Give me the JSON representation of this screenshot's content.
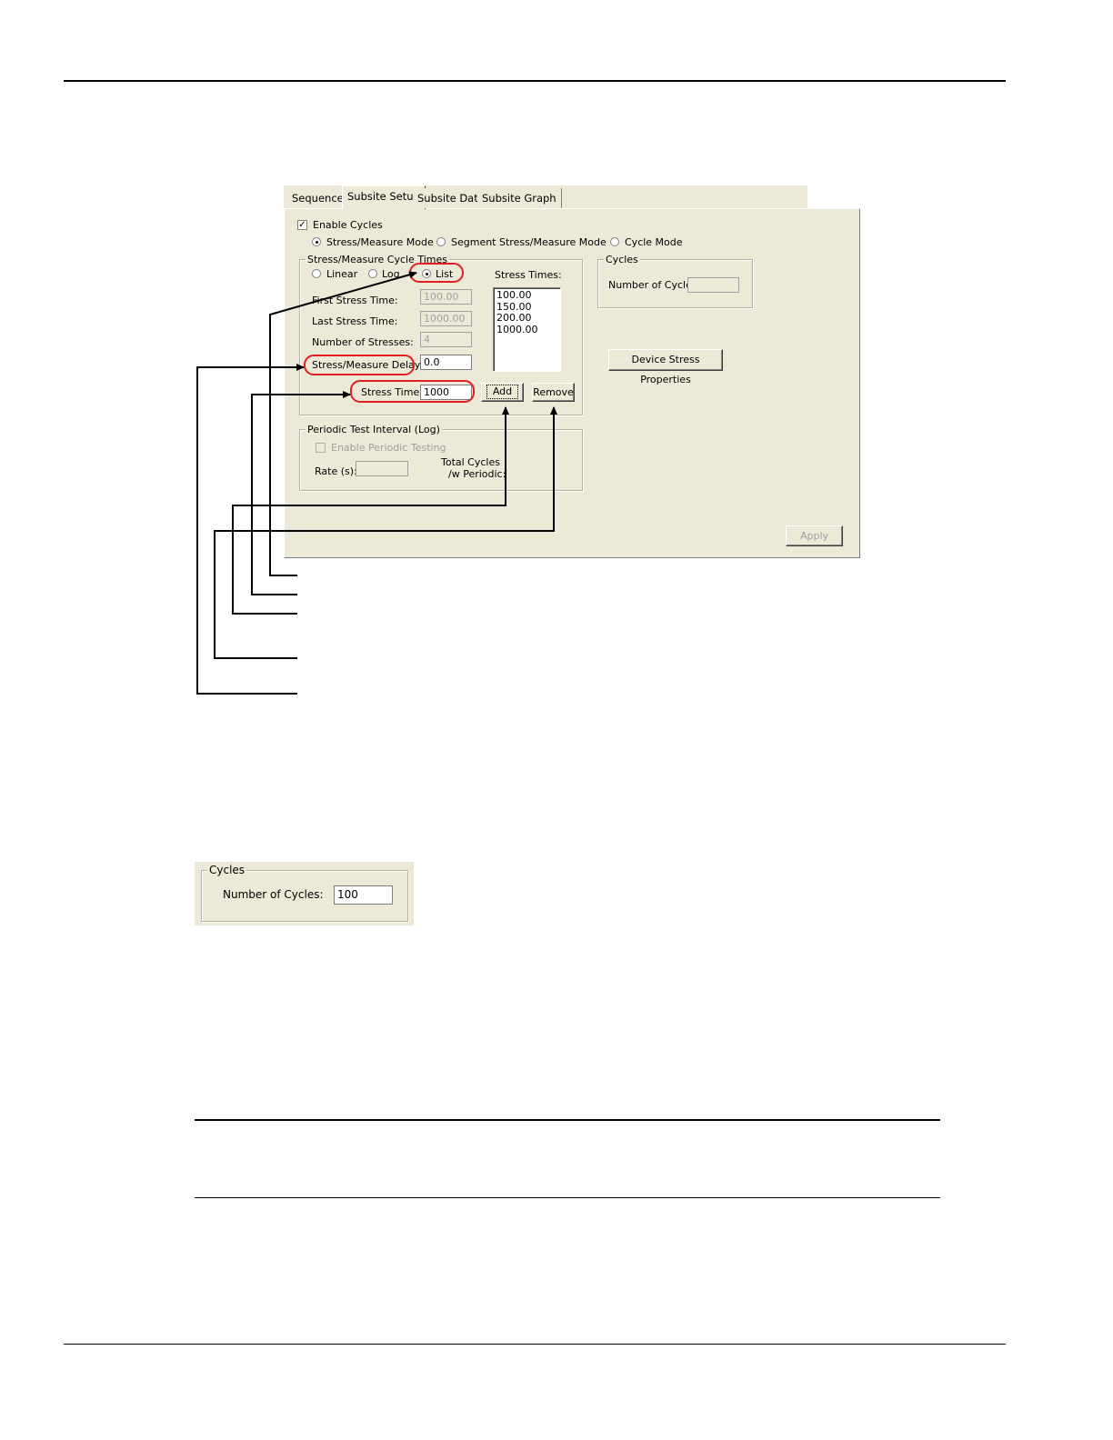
{
  "tabs": [
    "Sequence",
    "Subsite Setup",
    "Subsite Data",
    "Subsite Graph"
  ],
  "enable_cycles_label": "Enable Cycles",
  "modes": {
    "stress_measure": "Stress/Measure Mode",
    "segment": "Segment Stress/Measure Mode",
    "cycle": "Cycle Mode",
    "selected": "stress_measure"
  },
  "cycle_times": {
    "group_label": "Stress/Measure Cycle Times",
    "linear": "Linear",
    "log": "Log",
    "list": "List",
    "selected": "list",
    "first_stress_label": "First Stress Time:",
    "first_stress_value": "100.00",
    "last_stress_label": "Last Stress Time:",
    "last_stress_value": "1000.00",
    "num_stresses_label": "Number of Stresses:",
    "num_stresses_value": "4",
    "delay_label": "Stress/Measure Delay:",
    "delay_value": "0.0",
    "stress_time_label": "Stress Time:",
    "stress_time_value": "1000",
    "add_label": "Add",
    "remove_label": "Remove",
    "stress_times_label": "Stress Times:",
    "stress_times": [
      "100.00",
      "150.00",
      "200.00",
      "1000.00"
    ]
  },
  "cycles_group": {
    "label": "Cycles",
    "num_cycles_label": "Number of Cycles:",
    "num_cycles_value": ""
  },
  "device_stress_button": "Device Stress Properties",
  "periodic": {
    "group_label": "Periodic Test Interval (Log)",
    "enable_label": "Enable Periodic Testing",
    "rate_label": "Rate (s):",
    "total_cycles_line1": "Total Cycles",
    "total_cycles_line2": "/w Periodic:"
  },
  "apply_label": "Apply",
  "cycles_detail": {
    "label": "Cycles",
    "num_cycles_label": "Number of Cycles:",
    "num_cycles_value": "100"
  },
  "colors": {
    "dialog_bg": "#ece9d8",
    "callout_red": "#e02020"
  }
}
